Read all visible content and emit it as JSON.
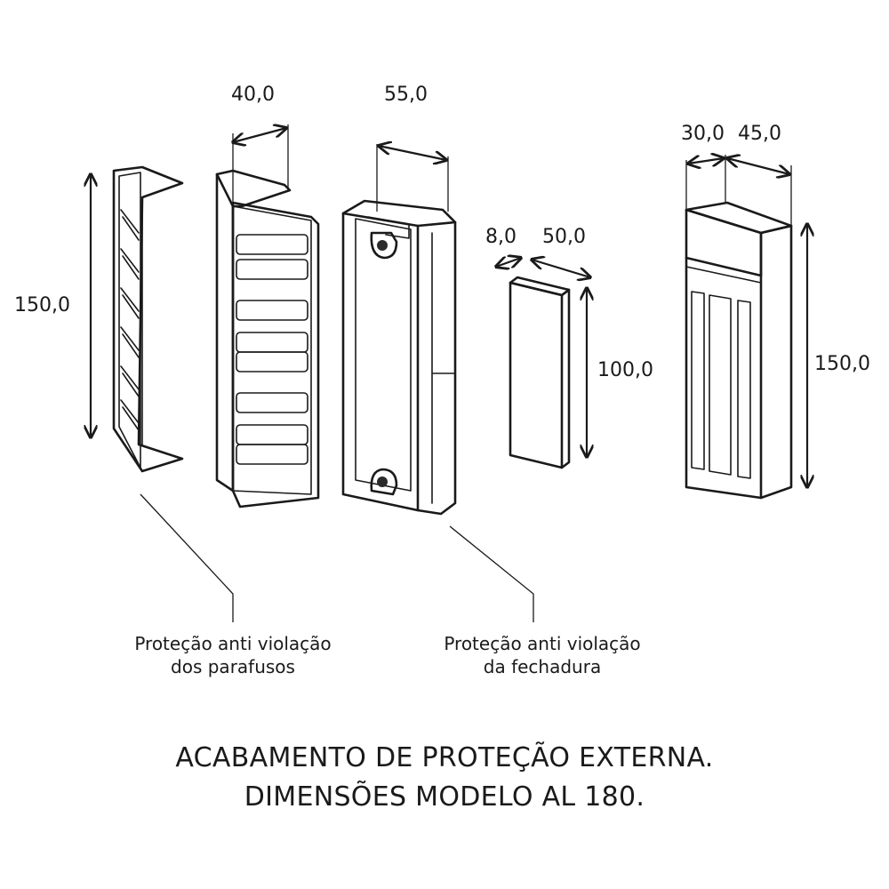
{
  "dimensions": {
    "cover_height": "150,0",
    "plate_width": "40,0",
    "lock_cover_width": "55,0",
    "armature_thickness": "8,0",
    "armature_width": "50,0",
    "armature_height": "100,0",
    "lock_depth_a": "30,0",
    "lock_depth_b": "45,0",
    "lock_height": "150,0"
  },
  "labels": {
    "screws_line1": "Proteção anti violação",
    "screws_line2": "dos parafusos",
    "lock_line1": "Proteção anti violação",
    "lock_line2": "da fechadura"
  },
  "caption": {
    "line1": "ACABAMENTO DE PROTEÇÃO EXTERNA.",
    "line2": "DIMENSÕES MODELO AL 180."
  },
  "colors": {
    "line": "#1a1a1a",
    "dark_fill": "#2b2b2b",
    "background": "#ffffff"
  }
}
